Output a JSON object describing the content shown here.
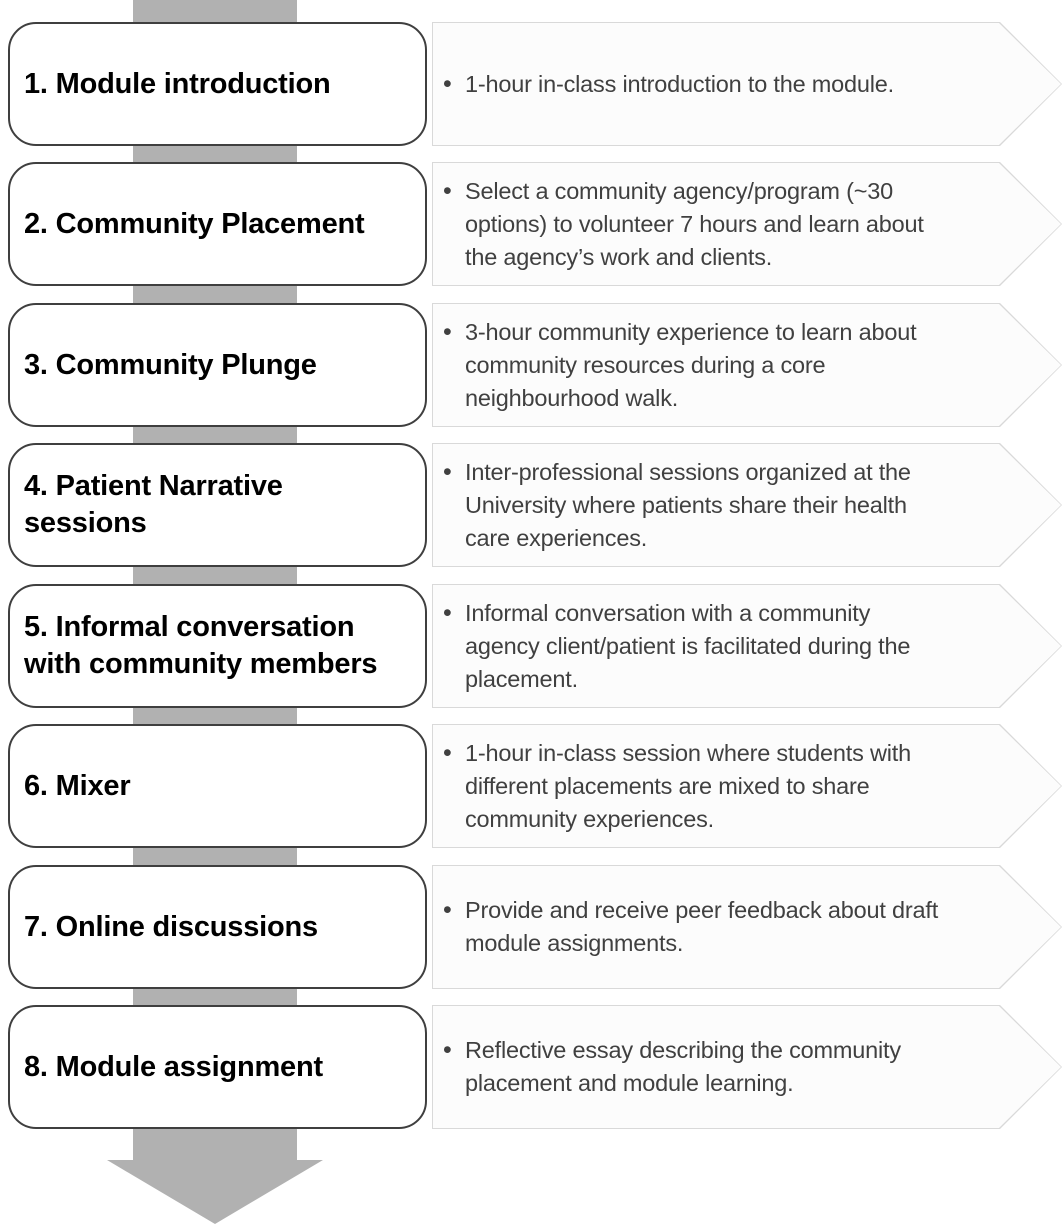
{
  "diagram": {
    "bullet": "•",
    "colors": {
      "step_box_border": "#3f3f3f",
      "step_box_fill": "#ffffff",
      "desc_box_border": "#d9d9d9",
      "desc_box_fill": "#fcfcfc",
      "arrow_gray": "#b1b1b1",
      "title_text": "#000000",
      "desc_text": "#404040"
    },
    "steps": [
      {
        "title": "1. Module introduction",
        "description": "1-hour in-class introduction to the module."
      },
      {
        "title": "2. Community Placement",
        "description": "Select a community agency/program (~30\noptions) to volunteer 7 hours and learn about\nthe agency’s work and clients."
      },
      {
        "title": "3. Community Plunge",
        "description": "3-hour community experience to learn about\ncommunity resources during a core\nneighbourhood walk."
      },
      {
        "title": "4. Patient Narrative\nsessions",
        "description": "Inter-professional sessions organized at the\nUniversity where patients share their health\ncare experiences."
      },
      {
        "title": "5. Informal conversation\nwith community members",
        "description": "Informal conversation with a community\nagency client/patient is facilitated during the\nplacement."
      },
      {
        "title": "6. Mixer",
        "description": "1-hour in-class session where students with\ndifferent placements are mixed to share\ncommunity experiences."
      },
      {
        "title": "7. Online discussions",
        "description": "Provide and receive peer feedback about draft\nmodule assignments."
      },
      {
        "title": "8. Module assignment",
        "description": "Reflective essay describing the community\nplacement and module learning."
      }
    ]
  }
}
